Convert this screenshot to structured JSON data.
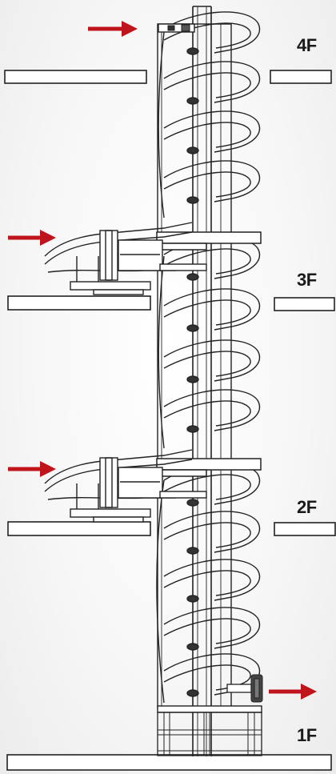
{
  "floors": [
    {
      "label": "4F"
    },
    {
      "label": "3F"
    },
    {
      "label": "2F"
    },
    {
      "label": "1F"
    }
  ],
  "colors": {
    "arrow": "#c0141c",
    "line": "#222222",
    "slab_fill": "#ffffff"
  },
  "arrows": [
    {
      "name": "arrow-inlet-4f",
      "direction": "right"
    },
    {
      "name": "arrow-inlet-3f",
      "direction": "right"
    },
    {
      "name": "arrow-inlet-2f",
      "direction": "right"
    },
    {
      "name": "arrow-outlet-1f",
      "direction": "right"
    }
  ]
}
